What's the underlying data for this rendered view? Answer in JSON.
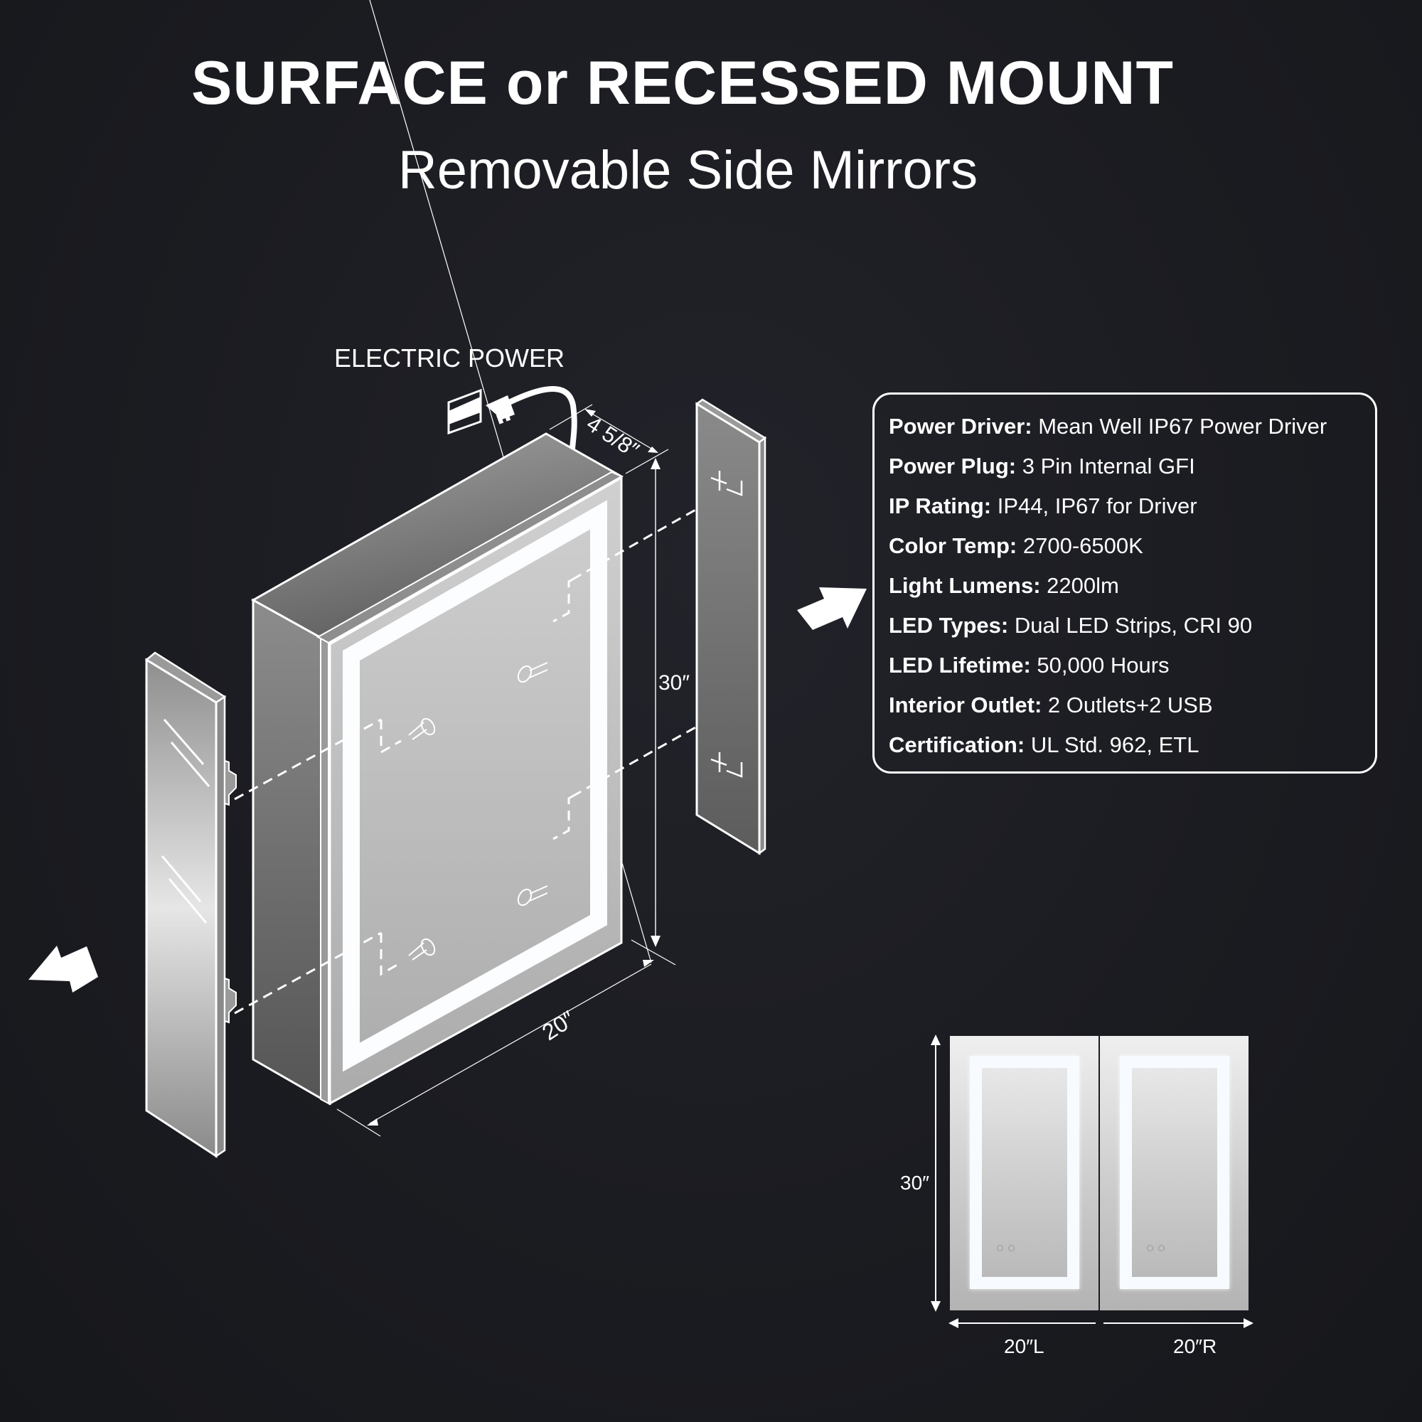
{
  "header": {
    "title": "SURFACE or RECESSED MOUNT",
    "subtitle": "Removable Side Mirrors"
  },
  "diagram": {
    "power_label": "ELECTRIC POWER",
    "dimensions": {
      "depth": "4 5/8″",
      "height": "30″",
      "width": "20″"
    },
    "icons": [
      "power-plug-icon",
      "wall-outlet-icon",
      "screw-icon",
      "mounting-bracket-icon",
      "arrow-icon"
    ]
  },
  "specs": [
    {
      "key": "Power Driver:",
      "value": "Mean Well IP67 Power Driver"
    },
    {
      "key": "Power Plug:",
      "value": "3 Pin Internal GFI"
    },
    {
      "key": "IP Rating:",
      "value": "IP44, IP67 for Driver"
    },
    {
      "key": "Color Temp:",
      "value": "2700-6500K"
    },
    {
      "key": "Light Lumens:",
      "value": "2200lm"
    },
    {
      "key": "LED Types:",
      "value": "Dual LED Strips, CRI 90"
    },
    {
      "key": "LED Lifetime:",
      "value": "50,000 Hours"
    },
    {
      "key": "Interior Outlet:",
      "value": "2 Outlets+2 USB"
    },
    {
      "key": "Certification:",
      "value": "UL Std. 962, ETL"
    }
  ],
  "front_view": {
    "height_label": "30″",
    "left_width_label": "20″L",
    "right_width_label": "20″R"
  },
  "colors": {
    "background": "#1b1c21",
    "foreground": "#ffffff",
    "cabinet_gray": "#8a8a8a",
    "led_white": "#f7fbff"
  }
}
